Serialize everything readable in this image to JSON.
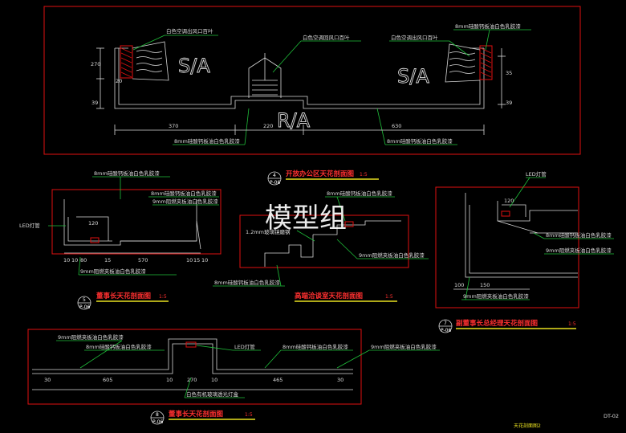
{
  "watermark": "模型组",
  "sheet": {
    "name": "天花剖面图2",
    "code": "DT-02"
  },
  "sec4": {
    "title": "开放办公区天花剖面图",
    "scale": "1:5",
    "num": "4",
    "ref": "P-06",
    "supply_left": "S/A",
    "supply_right": "S/A",
    "return": "R/A",
    "grille_left": "白色空调出风口百叶",
    "grille_mid": "白色空调回风口百叶",
    "grille_right": "白色空调出风口百叶",
    "paint_tr": "8mm硅酸钙板油白色乳胶漆",
    "paint_bl": "8mm硅酸钙板油白色乳胶漆",
    "paint_br": "8mm硅酸钙板油白色乳胶漆",
    "dims": {
      "d370": "370",
      "d220": "220",
      "d630": "630",
      "l270": "270",
      "l20": "20",
      "l39": "39",
      "r35": "35",
      "r39": "39"
    }
  },
  "sec5": {
    "title": "董事长天花剖面图",
    "scale": "1:5",
    "num": "5",
    "ref": "P-06",
    "paint1": "8mm硅酸钙板油白色乳胶漆",
    "paint2": "8mm硅酸钙板油白色乳胶漆",
    "board": "9mm阻燃夹板油白色乳胶漆",
    "board2": "9mm阻燃夹板油白色乳胶漆",
    "led": "LED灯管",
    "dims": {
      "d120": "120",
      "d10a": "10",
      "d10b": "10",
      "d80": "80",
      "d15": "15",
      "d570": "570",
      "d10c": "10",
      "d15b": "15",
      "d10d": "10"
    }
  },
  "sec6": {
    "title": "高端洽谈室天花剖面图",
    "scale": "1:5",
    "paint": "8mm硅酸钙板油白色乳胶漆",
    "paint2": "8mm硅酸钙板油白色乳胶漆",
    "mirror": "1.2mm玻璃镜磨钢",
    "board": "9mm阻燃夹板油白色乳胶漆"
  },
  "sec7": {
    "title": "副董事长总经理天花剖面图",
    "scale": "1:5",
    "num": "7",
    "ref": "P-06",
    "led": "LED灯管",
    "paint": "8mm硅酸钙板油白色乳胶漆",
    "board": "9mm阻燃夹板油白色乳胶漆",
    "board2": "9mm阻燃夹板油白色乳胶漆",
    "dims": {
      "d120": "120",
      "d100": "100",
      "d150": "150"
    }
  },
  "sec8": {
    "title": "董事长天花剖面图",
    "scale": "1:5",
    "num": "8",
    "ref": "P-06",
    "board": "9mm阻燃夹板油白色乳胶漆",
    "paint": "8mm硅酸钙板油白色乳胶漆",
    "led": "LED灯管",
    "paint2": "8mm硅酸钙板油白色乳胶漆",
    "board2": "9mm阻燃夹板油白色乳胶漆",
    "box": "白色有机玻璃透光灯盒",
    "dims": {
      "d30a": "30",
      "d605": "605",
      "d10a": "10",
      "d270": "270",
      "d10b": "10",
      "d465": "465",
      "d30b": "30"
    }
  }
}
